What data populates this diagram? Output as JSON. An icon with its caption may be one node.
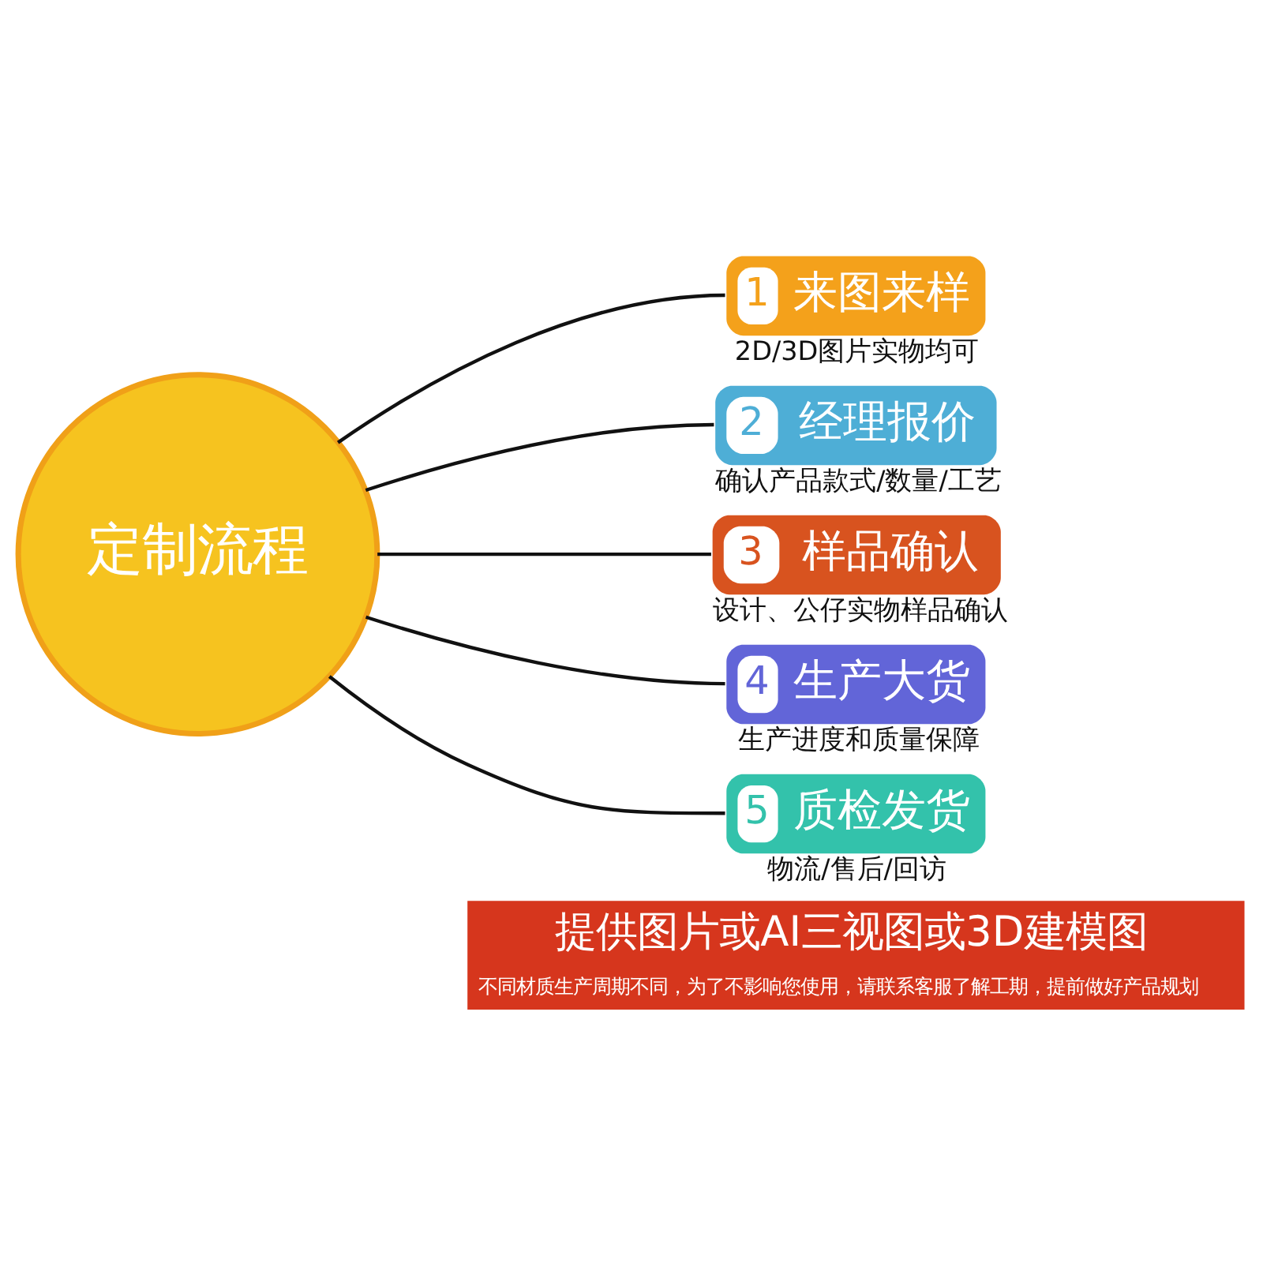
{
  "diagram": {
    "nodes": [
      {
        "text": [
          "定制流程"
        ]
      },
      {
        "text": [
          "1",
          "来图来样"
        ],
        "beside": [
          "2D/3D图片实物均可"
        ]
      },
      {
        "text": [
          "2",
          "经理报价"
        ],
        "beside": [
          "确认产品款式/数量/工艺"
        ]
      },
      {
        "text": [
          "3",
          "样品确认"
        ],
        "beside": [
          "设计、公仔实物样品确认"
        ]
      },
      {
        "text": [
          "4",
          "生产大货"
        ],
        "beside": [
          "生产进度和质量保障"
        ]
      },
      {
        "text": [
          "5",
          "质检发货"
        ],
        "beside": [
          "物流/售后/回访"
        ]
      },
      {
        "text": [
          "提供图片或AI三视图或3D建模图",
          "不同材质生产周期不同，为了不影响您使用，请联系客服了解工期，提前做好产品规划"
        ]
      }
    ],
    "edges": [
      {
        "from": 0,
        "to": 1,
        "arrow": "none"
      },
      {
        "from": 0,
        "to": 2,
        "arrow": "none"
      },
      {
        "from": 0,
        "to": 3,
        "arrow": "none"
      },
      {
        "from": 0,
        "to": 4,
        "arrow": "none"
      },
      {
        "from": 0,
        "to": 5,
        "arrow": "none"
      }
    ]
  }
}
